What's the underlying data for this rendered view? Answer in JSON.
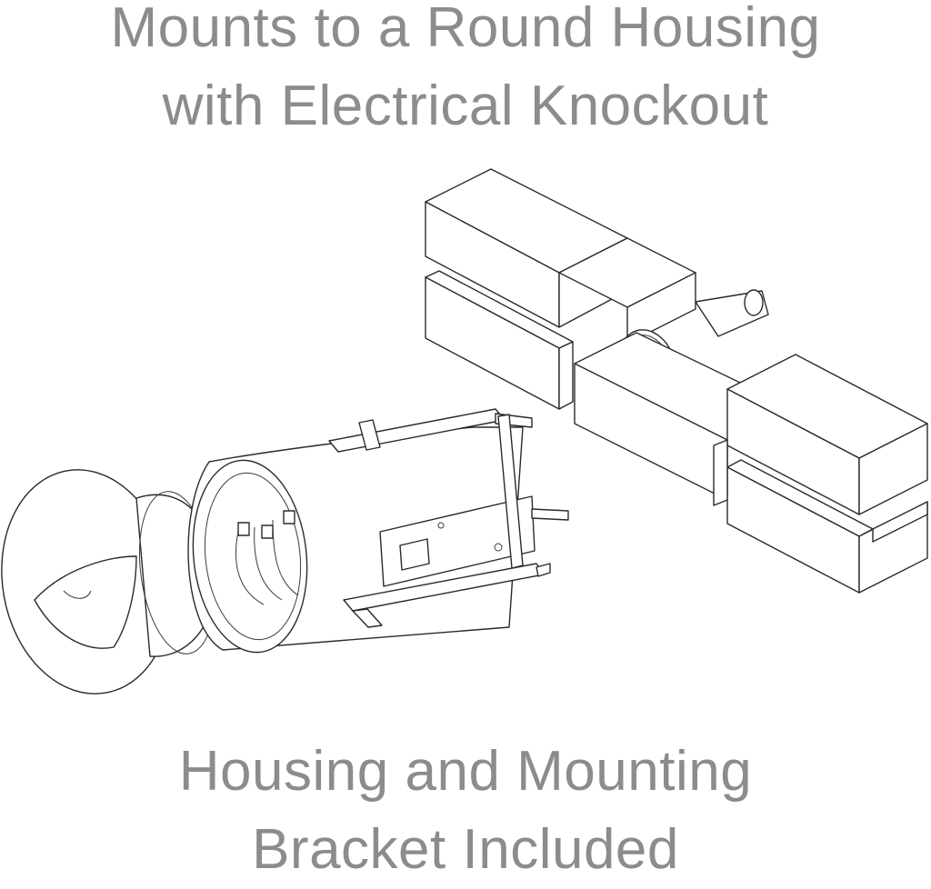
{
  "top_caption": {
    "line1": "Mounts to a Round Housing",
    "line2": "with Electrical Knockout"
  },
  "bottom_caption": {
    "line1": "Housing and Mounting",
    "line2": "Bracket Included"
  },
  "colors": {
    "caption_text": "#8c8c8c",
    "line_art": "#2a2a2a",
    "background": "#ffffff"
  }
}
